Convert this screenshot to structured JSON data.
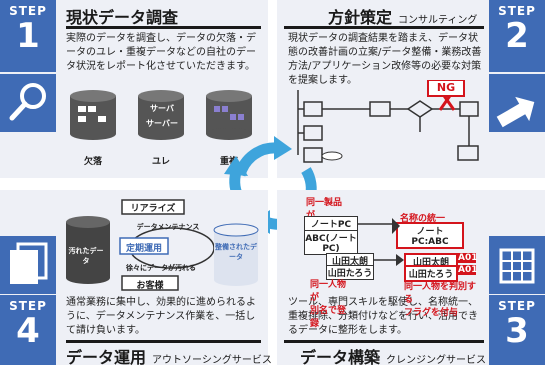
{
  "steps": [
    {
      "label": "STEP",
      "num": "1",
      "title": "現状データ調査",
      "subtitle": "",
      "text": "実際のデータを調査し、データの欠落・データのユレ・重複データなどの自社のデータ状況をレポート化させていただきます。"
    },
    {
      "label": "STEP",
      "num": "2",
      "title": "方針策定",
      "subtitle": "コンサルティング",
      "text": "現状データの調査結果を踏まえ、データ状態の改善計画の立案/データ整備・業務改善方法/アプリケーション改修等の必要な対策を提案します。"
    },
    {
      "label": "STEP",
      "num": "3",
      "title": "データ構築",
      "subtitle": "クレンジングサービス",
      "text": "ツール、専門スキルを駆使し、名称統一、重複排除、分類付けなどを行い、活用できるデータに整形をします。"
    },
    {
      "label": "STEP",
      "num": "4",
      "title": "データ運用",
      "subtitle": "アウトソーシングサービス",
      "text": "通常業務に集中し、効果的に進められるように、データメンテナンス作業を、一括して請け負います。"
    }
  ],
  "step1_diagram": {
    "labels": [
      "欠落",
      "ユレ",
      "重複"
    ],
    "server_text": [
      "サーバ",
      "サーバー"
    ]
  },
  "step2_diagram": {
    "ng": "NG"
  },
  "step4_diagram": {
    "realize": "リアライズ",
    "maintenance": "データメンテナンス",
    "operation": "定期運用",
    "gradual": "徐々にデータが汚れる",
    "dirty": "汚れたデータ",
    "clean": "整備されたデータ",
    "customer": "お客様"
  },
  "step3_diagram": {
    "same_product": "同一製品が\n別名で登録",
    "product1": "ノートPC ABC",
    "product2": "ABC(ノートPC)",
    "unify": "名称の統一",
    "unified": "ノートPC:ABC",
    "same_person": "同一人物が\n別名で登録",
    "person1": "山田太朗",
    "person2": "山田たろう",
    "flag_note": "同一人物を判別する\nフラグを付与",
    "flag": "A01"
  }
}
